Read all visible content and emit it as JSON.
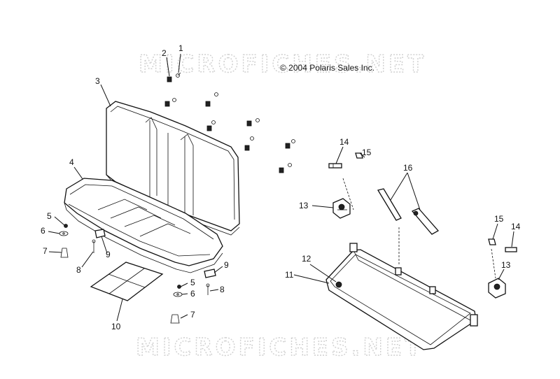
{
  "watermark": "MICROFICHES.NET",
  "copyright": "© 2004 Polaris Sales Inc.",
  "callouts": [
    {
      "id": "c1",
      "label": "1"
    },
    {
      "id": "c2",
      "label": "2"
    },
    {
      "id": "c3",
      "label": "3"
    },
    {
      "id": "c4",
      "label": "4"
    },
    {
      "id": "c5a",
      "label": "5"
    },
    {
      "id": "c6a",
      "label": "6"
    },
    {
      "id": "c7a",
      "label": "7"
    },
    {
      "id": "c8a",
      "label": "8"
    },
    {
      "id": "c9a",
      "label": "9"
    },
    {
      "id": "c9b",
      "label": "9"
    },
    {
      "id": "c5b",
      "label": "5"
    },
    {
      "id": "c6b",
      "label": "6"
    },
    {
      "id": "c8b",
      "label": "8"
    },
    {
      "id": "c7b",
      "label": "7"
    },
    {
      "id": "c10",
      "label": "10"
    },
    {
      "id": "c14a",
      "label": "14"
    },
    {
      "id": "c15a",
      "label": "15"
    },
    {
      "id": "c16",
      "label": "16"
    },
    {
      "id": "c13a",
      "label": "13"
    },
    {
      "id": "c12",
      "label": "12"
    },
    {
      "id": "c11",
      "label": "11"
    },
    {
      "id": "c15b",
      "label": "15"
    },
    {
      "id": "c14b",
      "label": "14"
    },
    {
      "id": "c13b",
      "label": "13"
    }
  ]
}
